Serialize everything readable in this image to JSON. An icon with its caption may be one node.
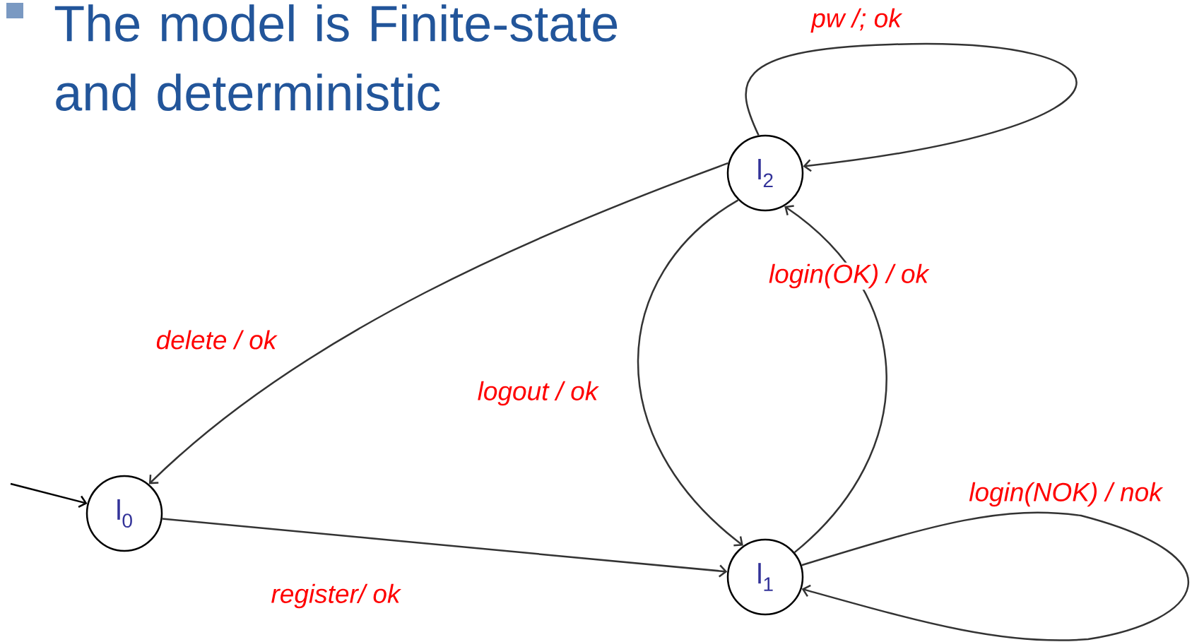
{
  "diagram": {
    "title": "The model is Finite-state and deterministic",
    "nodes": [
      {
        "text": [
          "l$_{0}$"
        ]
      },
      {
        "text": [
          "l$_{1}$"
        ]
      },
      {
        "text": [
          "l$_{2}$"
        ]
      }
    ],
    "edges": [
      {
        "from": null,
        "to": 0,
        "arrow": "to"
      },
      {
        "from": 0,
        "to": 1,
        "arrow": "to",
        "label": "register/ ok"
      },
      {
        "from": 1,
        "to": 2,
        "arrow": "to",
        "label": "login(OK) / ok"
      },
      {
        "from": 2,
        "to": 1,
        "arrow": "to",
        "label": "logout  / ok"
      },
      {
        "from": 2,
        "to": 0,
        "arrow": "to",
        "label": "delete  / ok"
      },
      {
        "from": 2,
        "to": 2,
        "arrow": "to",
        "label": "pw /; ok"
      },
      {
        "from": 1,
        "to": 1,
        "arrow": "to",
        "label": "login(NOK) / nok"
      }
    ]
  }
}
